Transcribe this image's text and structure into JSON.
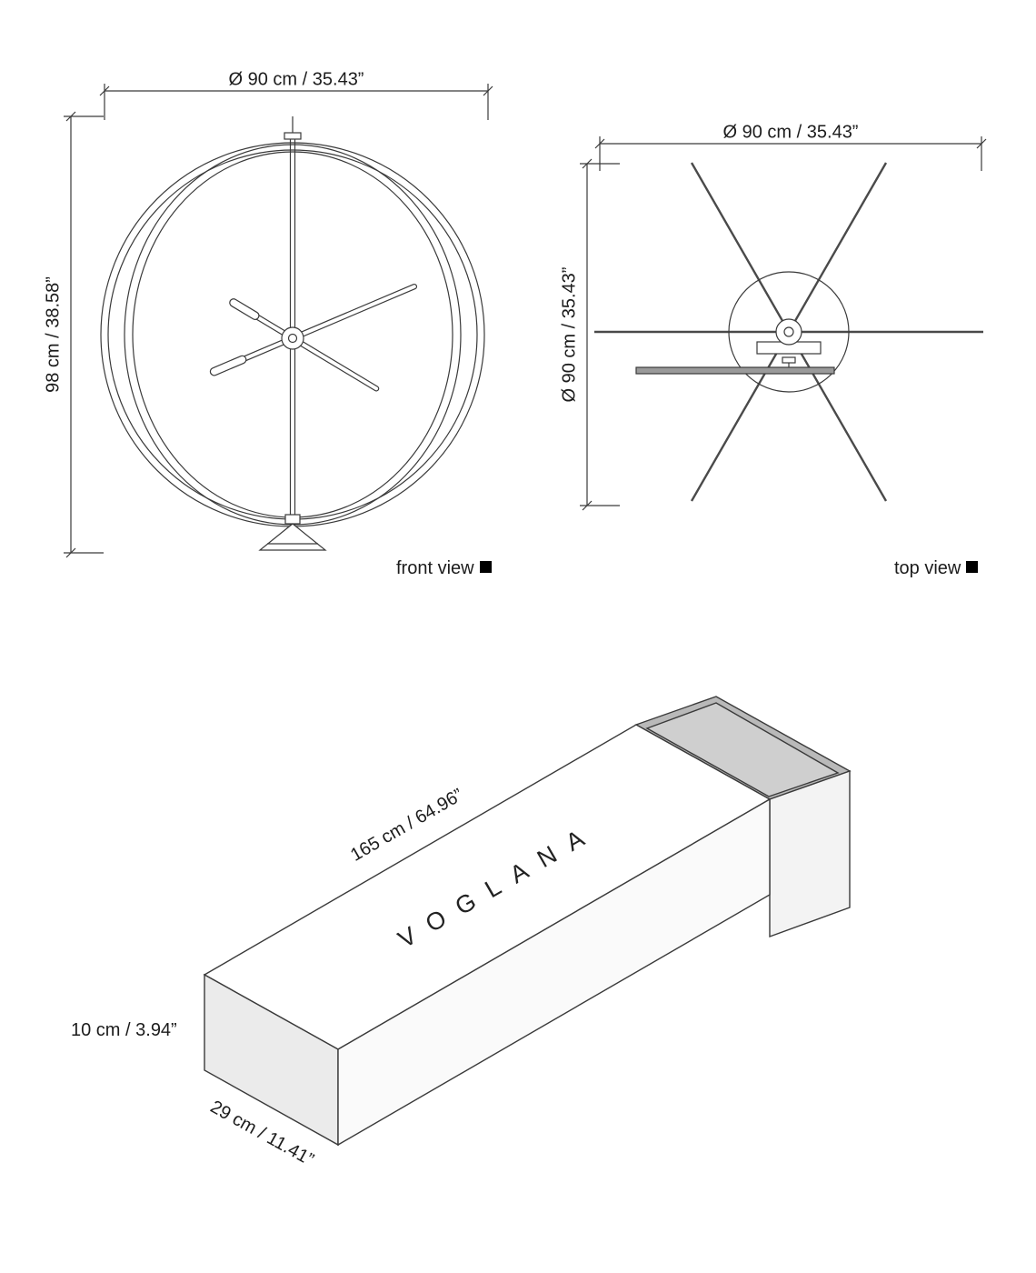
{
  "page": {
    "background": "#ffffff",
    "line_color": "#3a3a3a",
    "text_color": "#1c1c1c"
  },
  "front_view": {
    "caption": "front view",
    "diameter_label": "Ø 90 cm / 35.43”",
    "height_label": "98 cm / 38.58”"
  },
  "top_view": {
    "caption": "top view",
    "diameter_label": "Ø 90 cm / 35.43”",
    "depth_label": "Ø 90 cm / 35.43”"
  },
  "package": {
    "brand": "VOGLANA",
    "length_label": "165 cm / 64.96”",
    "height_label": "10 cm / 3.94”",
    "width_label": "29 cm / 11.41”"
  }
}
